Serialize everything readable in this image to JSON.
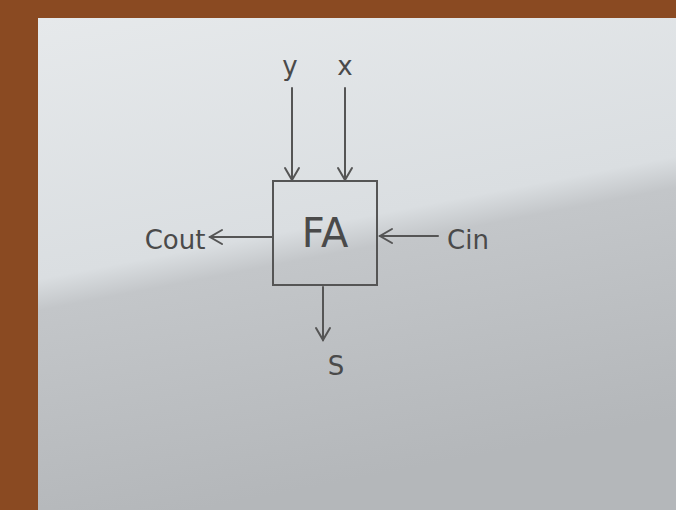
{
  "diagram": {
    "nodes": [
      {
        "text": [
          "FA"
        ]
      }
    ],
    "labels": [
      "y",
      "x",
      "Cout",
      "Cin",
      "S"
    ]
  }
}
